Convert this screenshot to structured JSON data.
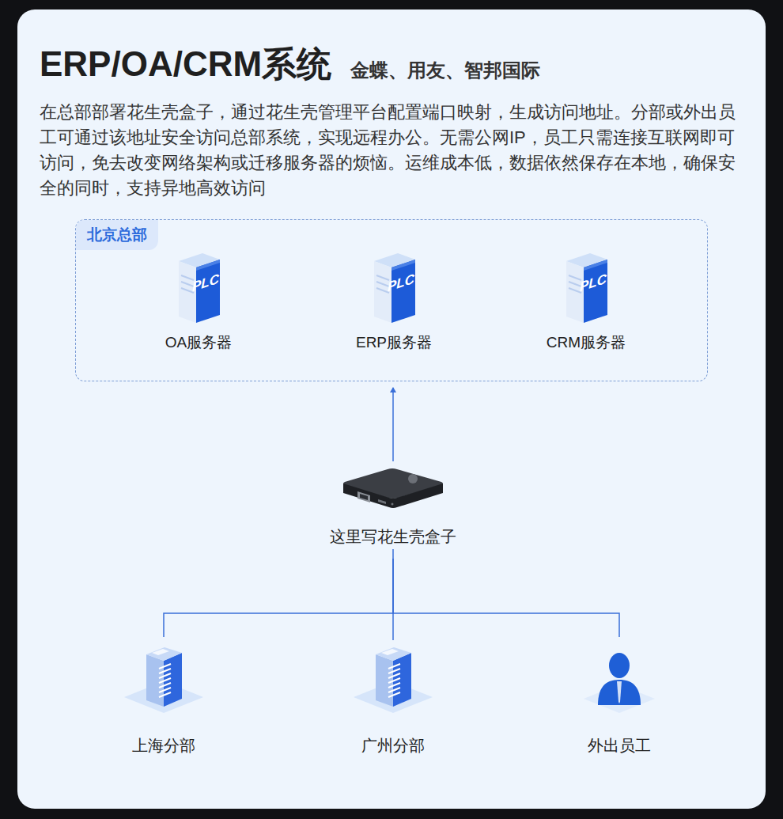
{
  "diagram": {
    "title": "ERP/OA/CRM系统",
    "nodes": [
      {
        "text": [
          "北京总部"
        ]
      },
      {
        "text": [
          "OA服务器"
        ],
        "in": 0
      },
      {
        "text": [
          "ERP服务器"
        ],
        "in": 0
      },
      {
        "text": [
          "CRM服务器"
        ],
        "in": 0
      },
      {
        "text": [
          "这里写花生壳盒子"
        ]
      },
      {
        "text": [
          "上海分部"
        ]
      },
      {
        "text": [
          "广州分部"
        ]
      },
      {
        "text": [
          "外出员工"
        ]
      }
    ],
    "edges": [
      {
        "from": 4,
        "to": 0,
        "arrow": "to"
      },
      {
        "from": 5,
        "to": 4,
        "arrow": "none"
      },
      {
        "from": 6,
        "to": 4,
        "arrow": "none"
      },
      {
        "from": 7,
        "to": 4,
        "arrow": "none"
      }
    ],
    "labels": [
      "金蝶、用友、智邦国际",
      "在总部部署花生壳盒子，通过花生壳管理平台配置端口映射，生成访问地址。分部或外出员工可通过该地址安全访问总部系统，实现远程办公。无需公网IP，员工只需连接互联网即可访问，免去改变网络架构或迁移服务器的烦恼。运维成本低，数据依然保存在本地，确保安全的同时，支持异地高效访问",
      "PLC",
      "PLC",
      "PLC"
    ]
  }
}
